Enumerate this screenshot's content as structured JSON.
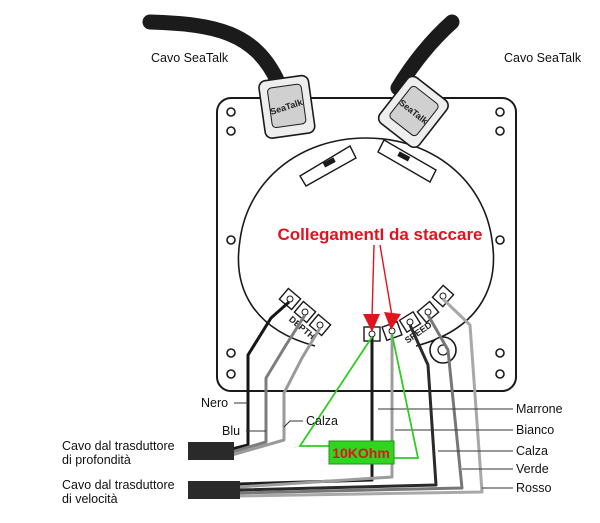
{
  "labels": {
    "seatalk_left": "Cavo SeaTalk",
    "seatalk_right": "Cavo SeaTalk",
    "connector_text": "SeaTalk",
    "depth_terminal": "DEPTH",
    "speed_terminal": "SPEED",
    "disconnect_title": "CollegamentI da staccare",
    "resistor": "10KOhm",
    "nero": "Nero",
    "blu": "Blu",
    "calza_left": "Calza",
    "marrone": "Marrone",
    "bianco": "Bianco",
    "calza_right": "Calza",
    "verde": "Verde",
    "rosso": "Rosso",
    "depth_cable_line1": "Cavo dal trasduttore",
    "depth_cable_line2": "di profondità",
    "speed_cable_line1": "Cavo dal trasduttore",
    "speed_cable_line2": "di velocità"
  },
  "colors": {
    "annotation_red": "#e0141e",
    "resistor_fill": "#31d41e",
    "resistor_wire": "#2fcc23"
  }
}
